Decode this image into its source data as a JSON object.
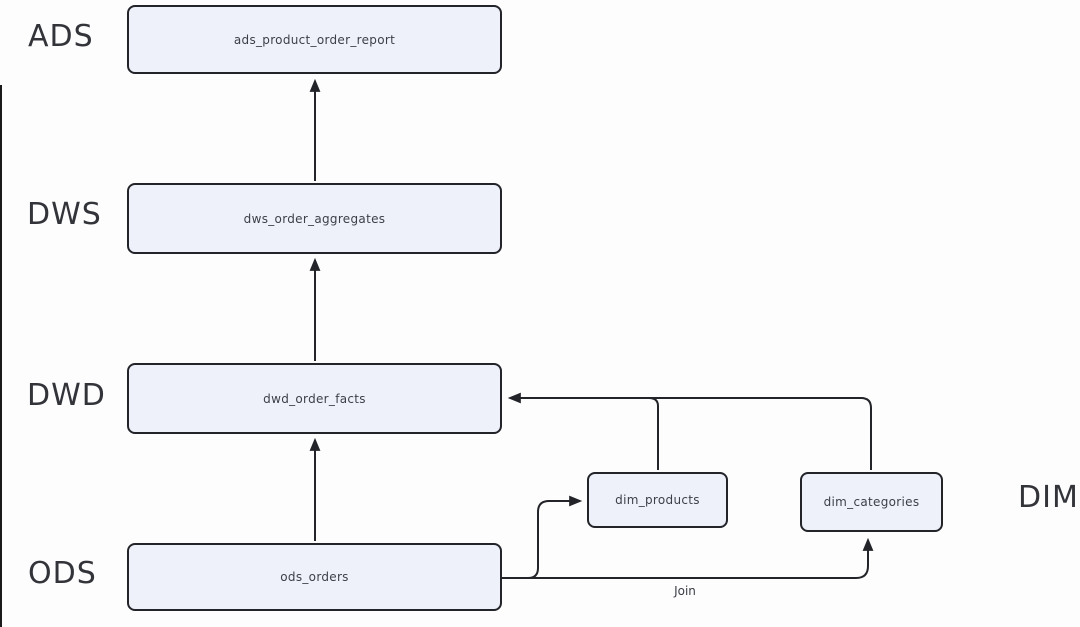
{
  "diagram": {
    "type": "data-warehouse-lineage-flowchart",
    "layer_labels": {
      "ads": "ADS",
      "dws": "DWS",
      "dwd": "DWD",
      "ods": "ODS",
      "dim": "DIM"
    },
    "nodes": {
      "ads_report": {
        "label": "ads_product_order_report",
        "layer": "ADS"
      },
      "dws_aggregates": {
        "label": "dws_order_aggregates",
        "layer": "DWS"
      },
      "dwd_facts": {
        "label": "dwd_order_facts",
        "layer": "DWD"
      },
      "ods_orders": {
        "label": "ods_orders",
        "layer": "ODS"
      },
      "dim_products": {
        "label": "dim_products",
        "layer": "DIM"
      },
      "dim_categories": {
        "label": "dim_categories",
        "layer": "DIM"
      }
    },
    "edges": [
      {
        "from": "ods_orders",
        "to": "dwd_order_facts",
        "label": ""
      },
      {
        "from": "dwd_order_facts",
        "to": "dws_order_aggregates",
        "label": ""
      },
      {
        "from": "dws_order_aggregates",
        "to": "ads_product_order_report",
        "label": ""
      },
      {
        "from": "dim_products",
        "to": "dwd_order_facts",
        "label": ""
      },
      {
        "from": "dim_categories",
        "to": "dwd_order_facts",
        "label": ""
      },
      {
        "from": "ods_orders",
        "to": "dim_products",
        "label": ""
      },
      {
        "from": "ods_orders",
        "to": "dim_categories",
        "label": "Join"
      }
    ],
    "colors": {
      "background": "#fdfdfd",
      "node_fill": "#eef1fa",
      "node_border": "#22242a",
      "edge_line": "#22242a",
      "layer_label_text": "#32343a",
      "node_text": "#3c3f48"
    }
  }
}
